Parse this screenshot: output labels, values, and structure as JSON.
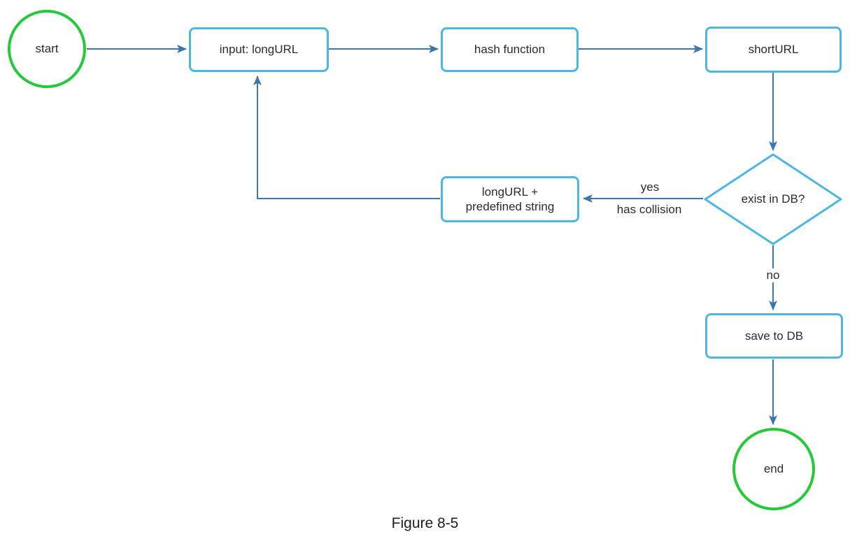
{
  "diagram": {
    "type": "flowchart",
    "caption": "Figure 8-5",
    "nodes": {
      "start": {
        "label": "start",
        "shape": "circle"
      },
      "input": {
        "label": "input: longURL",
        "shape": "rect"
      },
      "hash": {
        "label": "hash function",
        "shape": "rect"
      },
      "short_url": {
        "label": "shortURL",
        "shape": "rect"
      },
      "exist_in_db": {
        "label": "exist in DB?",
        "shape": "diamond"
      },
      "collision": {
        "line1": "longURL +",
        "line2": "predefined string",
        "shape": "rect"
      },
      "save": {
        "label": "save to DB",
        "shape": "rect"
      },
      "end": {
        "label": "end",
        "shape": "circle"
      }
    },
    "edges": [
      {
        "from": "start",
        "to": "input"
      },
      {
        "from": "input",
        "to": "hash"
      },
      {
        "from": "hash",
        "to": "short_url"
      },
      {
        "from": "short_url",
        "to": "exist_in_db"
      },
      {
        "from": "exist_in_db",
        "to": "collision",
        "label": "yes / has collision"
      },
      {
        "from": "collision",
        "to": "input"
      },
      {
        "from": "exist_in_db",
        "to": "save",
        "label": "no"
      },
      {
        "from": "save",
        "to": "end"
      }
    ],
    "edge_labels": {
      "yes": "yes",
      "has_collision": "has collision",
      "no": "no"
    }
  },
  "colors": {
    "node_border": "#4bb8e4",
    "terminal_border": "#26c93a",
    "arrow": "#3b76af",
    "text": "#2b2b2b",
    "bg": "#ffffff"
  }
}
